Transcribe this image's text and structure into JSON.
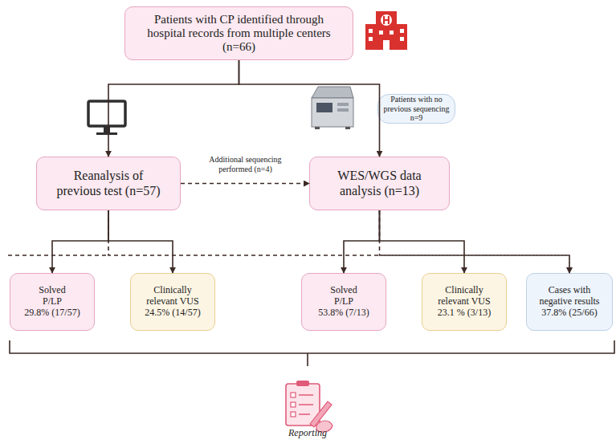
{
  "diagram": {
    "nodes": [
      {
        "text": [
          "Patients with CP identified through hospital records from multiple centers (n=66)"
        ]
      },
      {
        "text": [
          "Patients with no previous sequencing n=9"
        ]
      },
      {
        "text": [
          "Reanalysis of previous test (n=57)"
        ]
      },
      {
        "text": [
          "WES/WGS data analysis (n=13)"
        ]
      },
      {
        "text": [
          "Solved P/LP",
          "29.8% (17/57)"
        ]
      },
      {
        "text": [
          "Clinically relevant VUS",
          "24.5% (14/57)"
        ]
      },
      {
        "text": [
          "Solved P/LP",
          "53.8% (7/13)"
        ]
      },
      {
        "text": [
          "Clinically relevant VUS",
          "23.1 % (3/13)"
        ]
      },
      {
        "text": [
          "Cases with negative results",
          "37.8% (25/66)"
        ]
      }
    ],
    "edges": [
      {
        "from": 0,
        "to": 2,
        "arrow": "to"
      },
      {
        "from": 0,
        "to": 3,
        "arrow": "to"
      },
      {
        "from": 2,
        "to": 3,
        "label": "Additional sequencing performed (n=4)",
        "arrow": "to"
      },
      {
        "from": 2,
        "to": 4,
        "arrow": "to"
      },
      {
        "from": 2,
        "to": 5,
        "arrow": "to"
      },
      {
        "from": 3,
        "to": 6,
        "arrow": "to"
      },
      {
        "from": 3,
        "to": 7,
        "arrow": "to"
      },
      {
        "from": 2,
        "to": 8,
        "arrow": "to"
      },
      {
        "from": 3,
        "to": 8,
        "arrow": "to"
      }
    ],
    "labels": [
      "Reporting"
    ]
  }
}
